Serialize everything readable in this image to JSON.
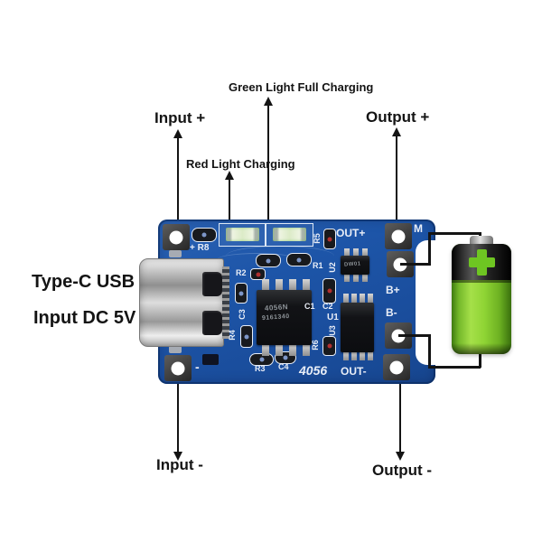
{
  "labels": {
    "input_plus": "Input +",
    "input_minus": "Input -",
    "output_plus": "Output +",
    "output_minus": "Output -",
    "green_led": "Green Light Full Charging",
    "red_led": "Red Light Charging",
    "usb_line1": "Type-C USB",
    "usb_line2": "Input DC 5V"
  },
  "board": {
    "silkscreen": {
      "plus_r8": "+ R8",
      "minus": "-",
      "out_plus": "OUT+",
      "out_minus": "OUT-",
      "b_plus": "B+",
      "b_minus": "B-",
      "m": "M",
      "model": "4056",
      "r1": "R1",
      "r2": "R2",
      "r3": "R3",
      "r4": "R4",
      "r5": "R5",
      "r6": "R6",
      "c1": "C1",
      "c2": "C2",
      "c3": "C3",
      "c4": "C4",
      "u1": "U1",
      "u2": "U2",
      "u3": "U3"
    },
    "chip_markings": {
      "u1_line1": "4056N",
      "u1_line2": "9161340",
      "u2": "DW01"
    }
  },
  "icons": {
    "battery_plus": "plus-icon",
    "annotation_arrows": "arrow-icon"
  },
  "colors": {
    "pcb_blue": "#1d55a8",
    "battery_green": "#7cc62c",
    "battery_cap_black": "#161616",
    "wire_black": "#141414",
    "annotation_text": "#141414",
    "silkscreen_white": "#e9eef7"
  }
}
